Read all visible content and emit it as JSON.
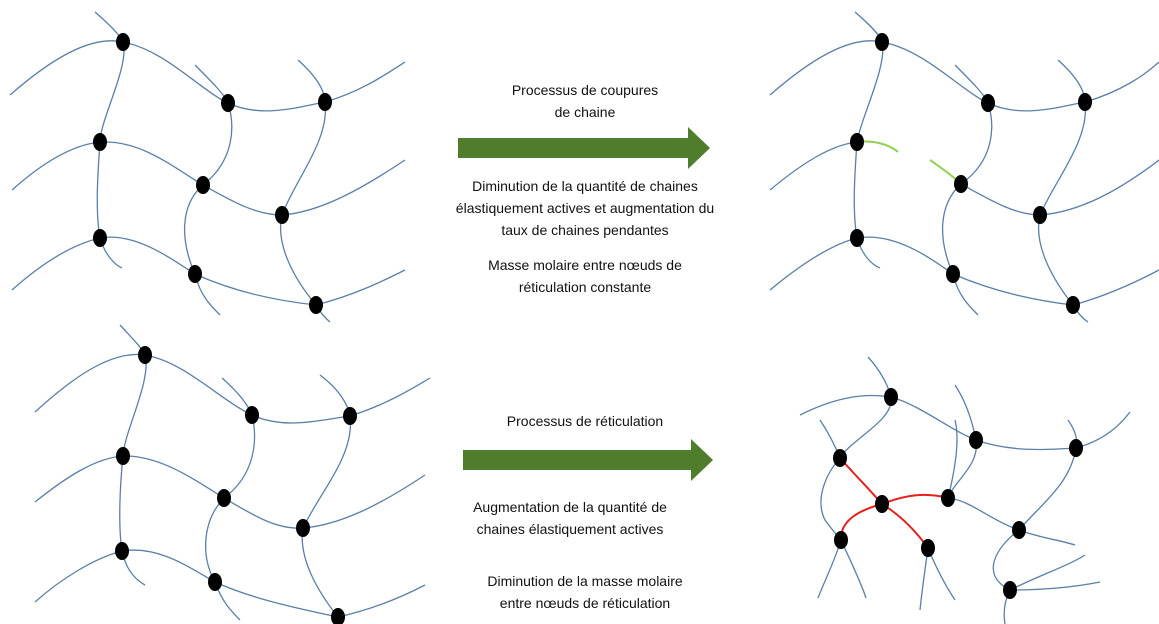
{
  "chain_scission": {
    "process_title": "Processus de coupures\nde chaine",
    "effect_1": "Diminution de la quantité de chaines\nélastiquement actives et augmentation du\ntaux de chaines pendantes",
    "effect_2": "Masse molaire entre nœuds de\nréticulation constante"
  },
  "crosslinking": {
    "process_title": "Processus de réticulation",
    "effect_1": "Augmentation de la quantité de\nchaines élastiquement actives",
    "effect_2": "Diminution de la masse molaire\nentre nœuds de réticulation"
  },
  "colors": {
    "chain": "#5a7fa8",
    "node": "#000000",
    "arrow": "#4f7d2c",
    "broken_chain_end": "#92d050",
    "new_crosslink": "#e8201c"
  }
}
